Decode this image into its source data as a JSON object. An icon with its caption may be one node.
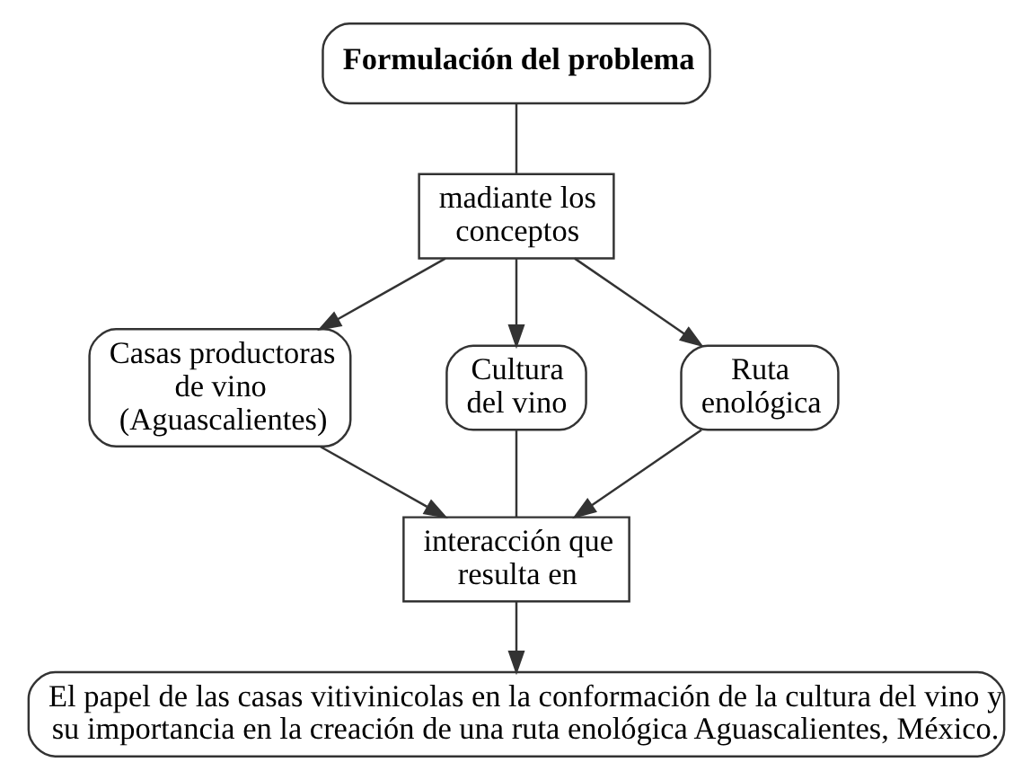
{
  "diagram": {
    "nodes": [
      {
        "text": [
          "Formulación del problema"
        ]
      },
      {
        "text": [
          "madiante los conceptos"
        ]
      },
      {
        "text": [
          "Casas productoras de vino (Aguascalientes)"
        ]
      },
      {
        "text": [
          "Cultura del vino"
        ]
      },
      {
        "text": [
          "Ruta enológica"
        ]
      },
      {
        "text": [
          "interacción que resulta en"
        ]
      },
      {
        "text": [
          "El papel de las casas vitivinicolas en la conformación de la cultura del vino y su importancia en la creación de una ruta enológica Aguascalientes, México."
        ]
      }
    ],
    "edges": [
      {
        "from": 0,
        "to": 1,
        "arrow": "none"
      },
      {
        "from": 1,
        "to": 2,
        "arrow": "to"
      },
      {
        "from": 1,
        "to": 3,
        "arrow": "to"
      },
      {
        "from": 1,
        "to": 4,
        "arrow": "to"
      },
      {
        "from": 2,
        "to": 5,
        "arrow": "to"
      },
      {
        "from": 3,
        "to": 5,
        "arrow": "none"
      },
      {
        "from": 4,
        "to": 5,
        "arrow": "to"
      },
      {
        "from": 5,
        "to": 6,
        "arrow": "to"
      }
    ]
  }
}
